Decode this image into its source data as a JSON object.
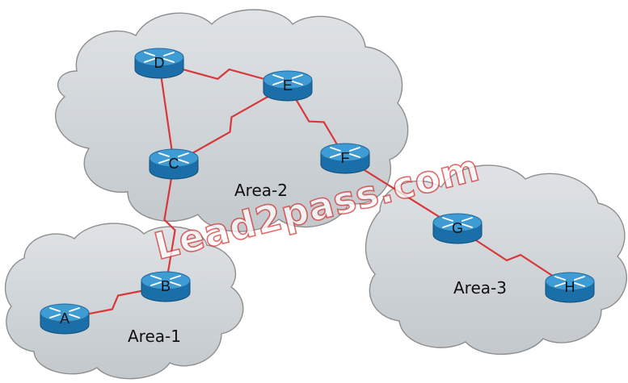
{
  "colors": {
    "cloud_fill": "#cfd4d8",
    "cloud_stroke": "#8e8e8e",
    "link": "#d8383a",
    "router_top": "#3f9bd4",
    "router_side": "#1b6fa8",
    "router_arrows": "#ffffff",
    "watermark": "#d63a3a"
  },
  "areas": [
    {
      "id": "area1",
      "label": "Area-1"
    },
    {
      "id": "area2",
      "label": "Area-2"
    },
    {
      "id": "area3",
      "label": "Area-3"
    }
  ],
  "routers": [
    {
      "id": "A",
      "label": "A",
      "icon": "router-icon",
      "area": "area1"
    },
    {
      "id": "B",
      "label": "B",
      "icon": "router-icon",
      "area": "area1"
    },
    {
      "id": "C",
      "label": "C",
      "icon": "router-icon",
      "area": "area2"
    },
    {
      "id": "D",
      "label": "D",
      "icon": "router-icon",
      "area": "area2"
    },
    {
      "id": "E",
      "label": "E",
      "icon": "router-icon",
      "area": "area2"
    },
    {
      "id": "F",
      "label": "F",
      "icon": "router-icon",
      "area": "area2"
    },
    {
      "id": "G",
      "label": "G",
      "icon": "router-icon",
      "area": "area3"
    },
    {
      "id": "H",
      "label": "H",
      "icon": "router-icon",
      "area": "area3"
    }
  ],
  "links": [
    {
      "from": "A",
      "to": "B",
      "type": "serial"
    },
    {
      "from": "B",
      "to": "C",
      "type": "serial"
    },
    {
      "from": "C",
      "to": "D",
      "type": "ethernet"
    },
    {
      "from": "C",
      "to": "E",
      "type": "serial"
    },
    {
      "from": "D",
      "to": "E",
      "type": "serial"
    },
    {
      "from": "E",
      "to": "F",
      "type": "serial"
    },
    {
      "from": "F",
      "to": "G",
      "type": "ethernet"
    },
    {
      "from": "G",
      "to": "H",
      "type": "serial"
    }
  ],
  "watermark": {
    "text": "Lead2pass.com"
  }
}
